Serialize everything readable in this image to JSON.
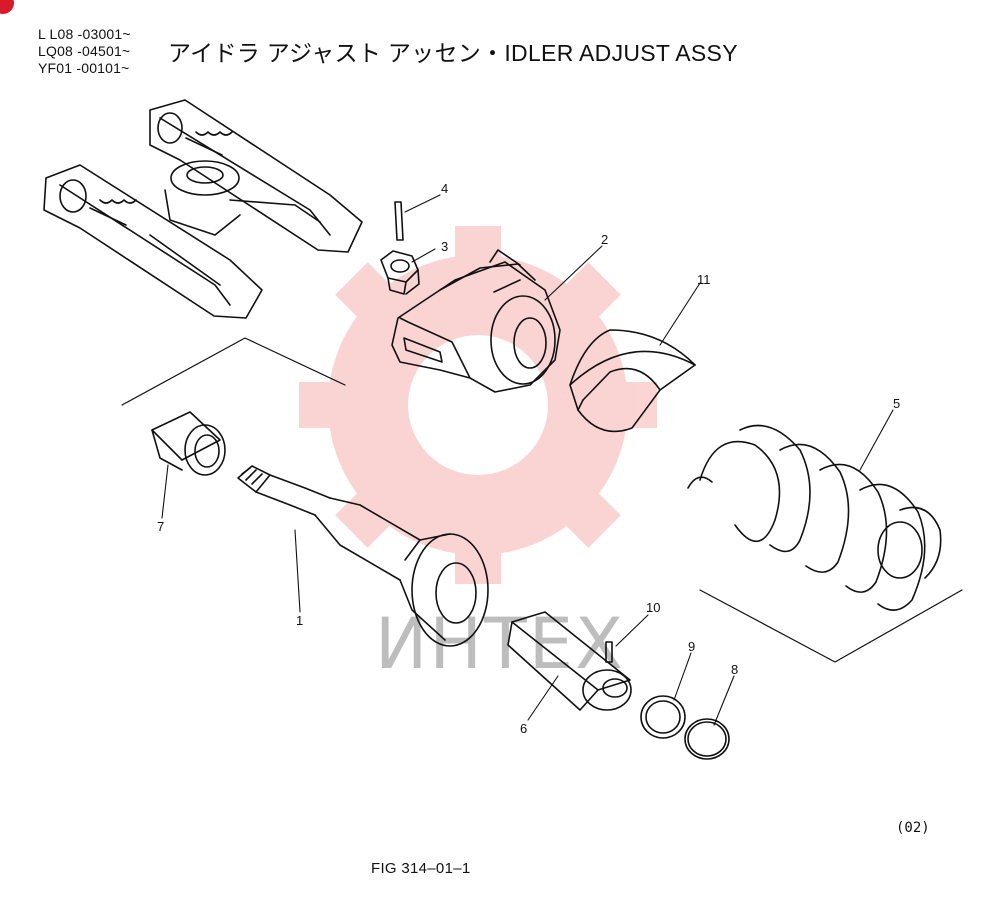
{
  "header": {
    "serials": [
      "L L08 -03001~",
      "LQ08 -04501~",
      "YF01 -00101~"
    ],
    "title": "アイドラ アジャスト アッセン・IDLER ADJUST ASSY"
  },
  "callouts": [
    "1",
    "2",
    "3",
    "4",
    "5",
    "6",
    "7",
    "8",
    "9",
    "10",
    "11"
  ],
  "watermark": {
    "text": "ИНТЕХ",
    "color": "#e8413a"
  },
  "footer": {
    "sheet_code": "(02)",
    "figure": "FIG 314–01–1"
  }
}
